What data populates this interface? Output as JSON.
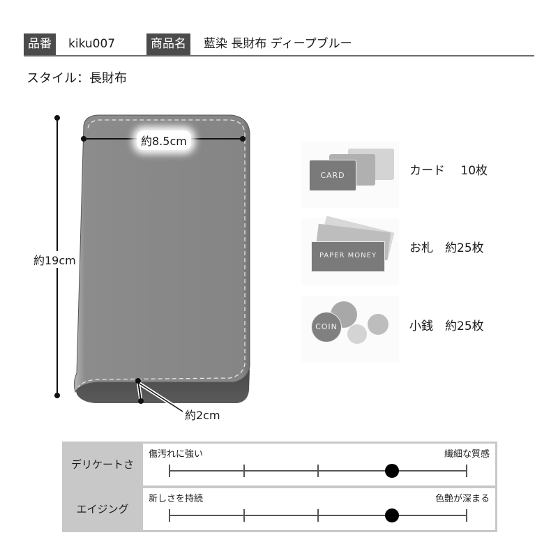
{
  "header": {
    "product_no_label": "品番",
    "product_no": "kiku007",
    "product_name_label": "商品名",
    "product_name": "藍染 長財布 ディープブルー"
  },
  "style": {
    "text": "スタイル：長財布"
  },
  "wallet": {
    "width_label": "約8.5cm",
    "height_label": "約19cm",
    "depth_label": "約2cm"
  },
  "capacity": [
    {
      "icon": "card-icon",
      "icon_label": "CARD",
      "text": "カード　 10枚"
    },
    {
      "icon": "paper-money-icon",
      "icon_label": "PAPER MONEY",
      "text": "お札　約25枚"
    },
    {
      "icon": "coin-icon",
      "icon_label": "COIN",
      "text": "小銭　約25枚"
    }
  ],
  "ratings": [
    {
      "label": "デリケートさ",
      "left": "傷汚れに強い",
      "right": "繊細な質感",
      "steps": 5,
      "value": 4
    },
    {
      "label": "エイジング",
      "left": "新しさを持続",
      "right": "色艶が深まる",
      "steps": 5,
      "value": 4
    }
  ],
  "colors": {
    "tag_bg": "#4b4b4b",
    "wallet_body": "#8a8a8a",
    "wallet_spine": "#555555",
    "table_bg": "#c8c8c8"
  }
}
